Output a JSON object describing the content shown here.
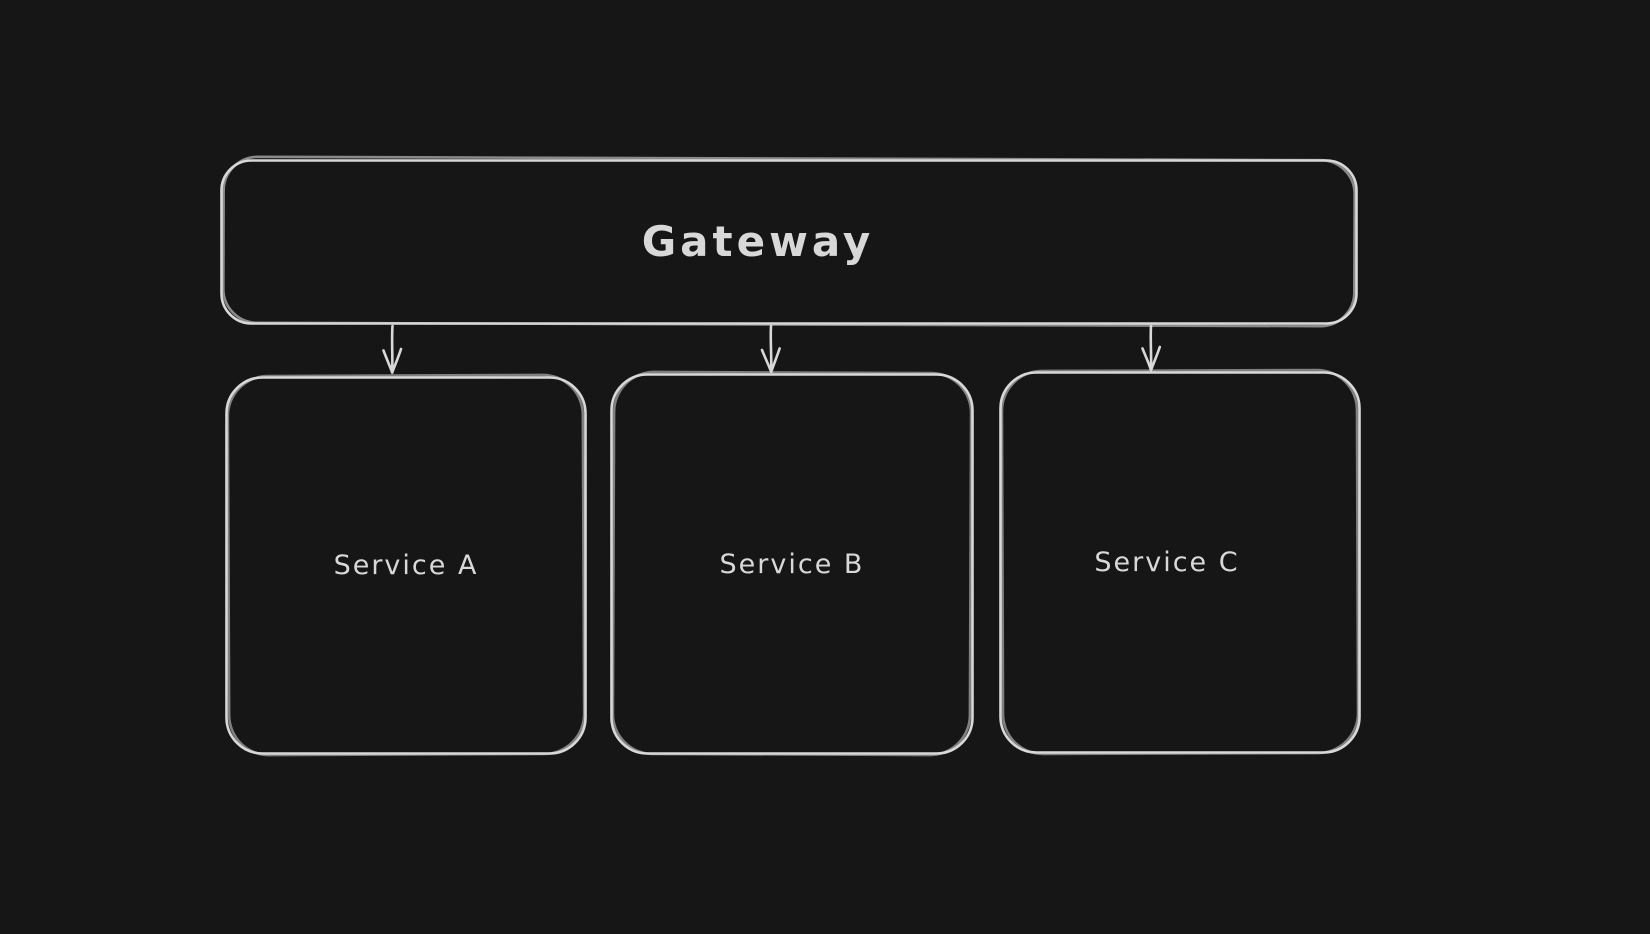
{
  "canvas": {
    "background_color": "#161616",
    "stroke_color": "#d8d8d8",
    "text_color": "#d8d8d8",
    "style": "hand-drawn"
  },
  "diagram": {
    "type": "flowchart",
    "nodes": [
      {
        "id": "gateway",
        "label": "Gateway",
        "shape": "rounded-rectangle"
      },
      {
        "id": "service-a",
        "label": "Service A",
        "shape": "rounded-rectangle"
      },
      {
        "id": "service-b",
        "label": "Service B",
        "shape": "rounded-rectangle"
      },
      {
        "id": "service-c",
        "label": "Service C",
        "shape": "rounded-rectangle"
      }
    ],
    "edges": [
      {
        "from": "Gateway",
        "to": "Service A",
        "style": "arrow-down"
      },
      {
        "from": "Gateway",
        "to": "Service B",
        "style": "arrow-down"
      },
      {
        "from": "Gateway",
        "to": "Service C",
        "style": "arrow-down"
      }
    ]
  }
}
